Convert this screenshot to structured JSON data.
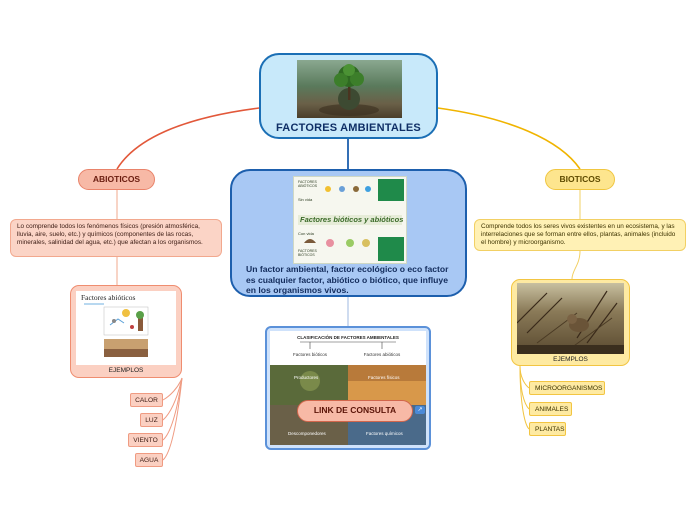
{
  "central": {
    "title": "FACTORES AMBIENTALES"
  },
  "main": {
    "description": "Un factor ambiental, factor ecológico o eco factor es cualquier factor, abiótico o biótico, que influye en los organismos vivos.",
    "infographic": {
      "title": "Factores bióticos y abióticos",
      "left_header": "FACTORES ABIÓTICOS",
      "left_sub": "Sin vida",
      "right_header": "FACTORES BIÓTICOS",
      "right_sub": "Con vida"
    }
  },
  "abioticos": {
    "label": "ABIOTICOS",
    "note": "Lo comprende todos los fenómenos físicos (presión atmosférica, lluvia, aire, suelo, etc.) y químicos (componentes de las rocas, minerales, salinidad del agua, etc.) que afectan a los organismos.",
    "image_caption": "Factores abióticos",
    "examples_label": "EJEMPLOS",
    "examples": [
      "CALOR",
      "LUZ",
      "VIENTO",
      "AGUA"
    ]
  },
  "bioticos": {
    "label": "BIOTICOS",
    "note": "Comprende todos los seres vivos existentes en un ecosistema, y las interrelaciones que se forman entre ellos, plantas, animales (incluido el hombre) y microorganismo.",
    "examples_label": "EJEMPLOS",
    "examples": [
      "MICROORGANISMOS",
      "ANIMALES",
      "PLANTAS"
    ]
  },
  "link": {
    "button_label": "LINK DE CONSULTA",
    "image": {
      "title": "CLASIFICACIÓN DE FACTORES AMBIENTALES",
      "col_left": "Factores bióticos",
      "col_right": "Factores abióticos",
      "cells": [
        "Productores",
        "Factores físicos",
        "Descomponedores",
        "Factores químicos"
      ]
    }
  },
  "colors": {
    "central_fill": "#c8e9fa",
    "main_fill": "#a8c8f4",
    "abioticos_line": "#e2583a",
    "bioticos_line": "#f0b400",
    "center_line": "#1d5fad"
  }
}
